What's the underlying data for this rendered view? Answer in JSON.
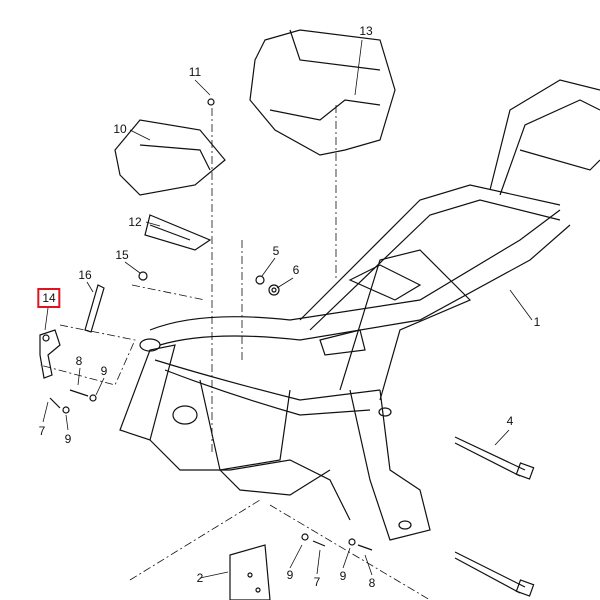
{
  "diagram": {
    "highlight_color": "#e0141e",
    "highlighted_part": "14",
    "callouts": [
      {
        "id": "13",
        "text": "13"
      },
      {
        "id": "11",
        "text": "11"
      },
      {
        "id": "10",
        "text": "10"
      },
      {
        "id": "12",
        "text": "12"
      },
      {
        "id": "5",
        "text": "5"
      },
      {
        "id": "6",
        "text": "6"
      },
      {
        "id": "15",
        "text": "15"
      },
      {
        "id": "16",
        "text": "16"
      },
      {
        "id": "14",
        "text": "14"
      },
      {
        "id": "1",
        "text": "1"
      },
      {
        "id": "8a",
        "text": "8"
      },
      {
        "id": "9a",
        "text": "9"
      },
      {
        "id": "7a",
        "text": "7"
      },
      {
        "id": "9b",
        "text": "9"
      },
      {
        "id": "4",
        "text": "4"
      },
      {
        "id": "2",
        "text": "2"
      },
      {
        "id": "9c",
        "text": "9"
      },
      {
        "id": "7b",
        "text": "7"
      },
      {
        "id": "9d",
        "text": "9"
      },
      {
        "id": "8b",
        "text": "8"
      }
    ]
  }
}
